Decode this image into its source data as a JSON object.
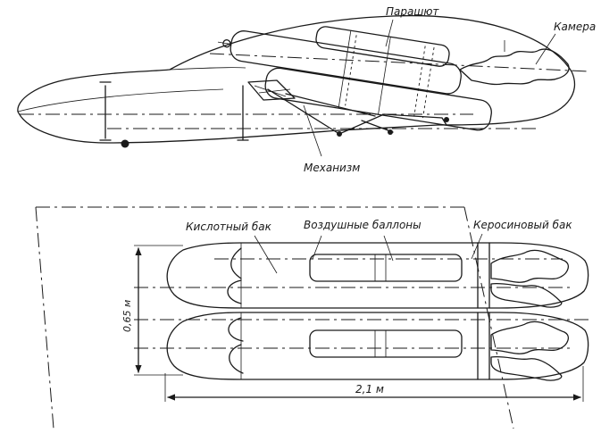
{
  "labels": {
    "parachute": "Парашют",
    "chamber": "Камера",
    "mechanism": "Механизм",
    "acid_tank": "Кислотный бак",
    "air_bottles": "Воздушные баллоны",
    "kerosene_tank": "Керосиновый бак",
    "height_dim": "0,65 м",
    "length_dim": "2,1 м"
  }
}
